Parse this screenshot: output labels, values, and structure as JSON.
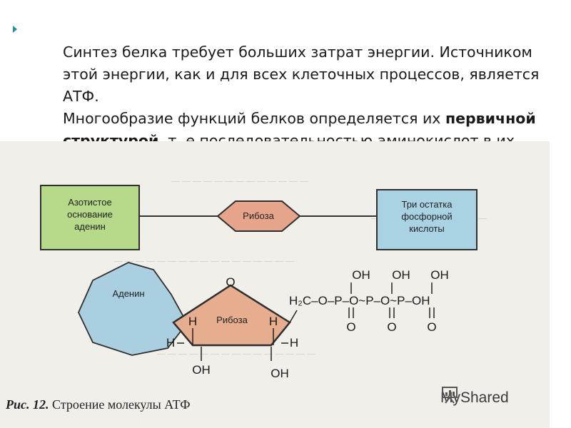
{
  "text": {
    "p1": "Синтез белка требует больших затрат энергии. Источником этой энергии, как и для всех клеточных процессов, является АТФ.",
    "p2_start": "Многообразие функций белков определяется их ",
    "p2_bold": "первичной структурой",
    "p2_end": ", т. е.последовательностью аминокислот в их молекуле."
  },
  "figure": {
    "box_left": [
      "Азотистое",
      "основание",
      "аденин"
    ],
    "box_middle": "Рибоза",
    "box_right": [
      "Три остатка",
      "фосфорной",
      "кислоты"
    ],
    "adenine": "Аденин",
    "ribose": "Рибоза",
    "atom_O": "O",
    "atom_H": "H",
    "group_OH": "OH",
    "chain_start": "H₂C–O–P–O~P–O~P–OH",
    "caption_num": "Рис. 12.",
    "caption_text": "Строение молекулы АТФ",
    "colors": {
      "green_box": "#b7d98a",
      "blue_box": "#a9d3e3",
      "pink_box": "#e6a58a",
      "adenine_fill": "#a9cfe0",
      "ribose_fill": "#e6ad8e",
      "bullet": "#2a8aa8"
    }
  },
  "watermark": "MyShared"
}
